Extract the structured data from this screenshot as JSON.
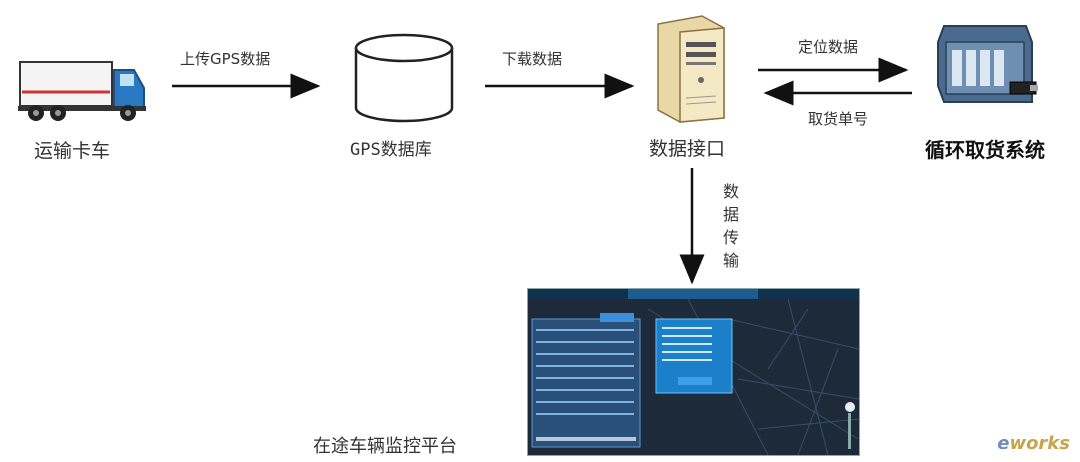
{
  "nodes": {
    "truck": {
      "label": "运输卡车",
      "icon": "truck-icon"
    },
    "gps_db": {
      "label": "GPS数据库",
      "icon": "database-icon"
    },
    "interface": {
      "label": "数据接口",
      "icon": "server-icon"
    },
    "pickup": {
      "label": "循环取货系统",
      "icon": "rack-server-icon"
    },
    "monitor": {
      "label": "在途车辆监控平台",
      "icon": "monitor-screen"
    }
  },
  "edges": {
    "upload": "上传GPS数据",
    "download": "下载数据",
    "location": "定位数据",
    "pickup_no": "取货单号",
    "transfer": "数据传输"
  },
  "watermark": {
    "prefix": "e",
    "text": "works"
  }
}
